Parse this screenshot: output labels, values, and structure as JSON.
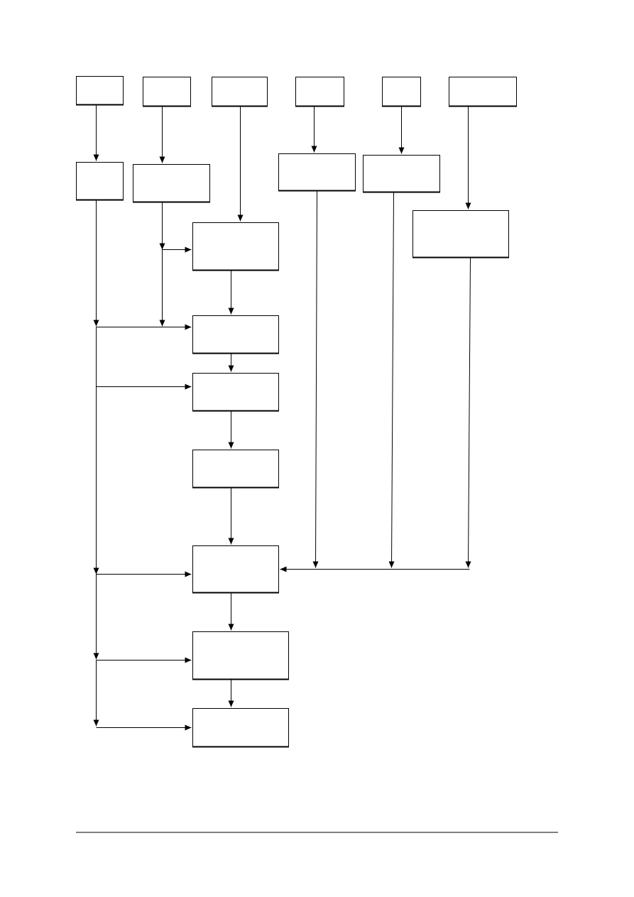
{
  "diagram": {
    "type": "flowchart",
    "boxes": [
      {
        "id": "t1",
        "label": ""
      },
      {
        "id": "t2",
        "label": ""
      },
      {
        "id": "t3",
        "label": ""
      },
      {
        "id": "t4",
        "label": ""
      },
      {
        "id": "t5",
        "label": ""
      },
      {
        "id": "t6",
        "label": ""
      },
      {
        "id": "s1",
        "label": ""
      },
      {
        "id": "s2",
        "label": ""
      },
      {
        "id": "s4",
        "label": ""
      },
      {
        "id": "s5",
        "label": ""
      },
      {
        "id": "s6",
        "label": ""
      },
      {
        "id": "c1",
        "label": ""
      },
      {
        "id": "c2",
        "label": ""
      },
      {
        "id": "c3",
        "label": ""
      },
      {
        "id": "c4",
        "label": ""
      },
      {
        "id": "c5",
        "label": ""
      },
      {
        "id": "c6",
        "label": ""
      },
      {
        "id": "c7",
        "label": ""
      }
    ],
    "edges": [
      {
        "from": "t1",
        "to": "s1"
      },
      {
        "from": "t2",
        "to": "s2"
      },
      {
        "from": "t3",
        "to": "c1"
      },
      {
        "from": "t4",
        "to": "s4"
      },
      {
        "from": "t5",
        "to": "s5"
      },
      {
        "from": "t6",
        "to": "s6"
      },
      {
        "from": "s2",
        "to": "c1"
      },
      {
        "from": "s2",
        "to": "c2"
      },
      {
        "from": "s1",
        "to": "c2"
      },
      {
        "from": "s1",
        "to": "c3"
      },
      {
        "from": "s1",
        "to": "c5"
      },
      {
        "from": "s1",
        "to": "c6"
      },
      {
        "from": "s1",
        "to": "c7"
      },
      {
        "from": "c1",
        "to": "c2"
      },
      {
        "from": "c2",
        "to": "c3"
      },
      {
        "from": "c3",
        "to": "c4"
      },
      {
        "from": "c4",
        "to": "c5"
      },
      {
        "from": "s4",
        "to": "c5"
      },
      {
        "from": "s5",
        "to": "c5"
      },
      {
        "from": "s6",
        "to": "c5"
      },
      {
        "from": "c5",
        "to": "c6"
      },
      {
        "from": "c6",
        "to": "c7"
      }
    ]
  }
}
